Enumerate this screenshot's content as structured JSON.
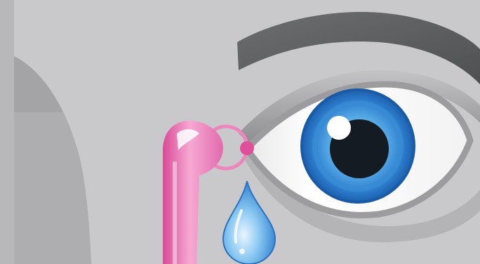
{
  "scene": {
    "subject": "eye-with-tear-duct-probe-illustration",
    "colors": {
      "background": "#c9c9cb",
      "face_shadow": "#aeaeb0",
      "brow": "#5e5f61",
      "eyelid": "#9a9a9c",
      "sclera": "#ffffff",
      "iris_outer": "#1c63b8",
      "iris_inner": "#5fb4ea",
      "pupil": "#151b22",
      "punctum_pink": "#e0509a",
      "probe_pink": "#ec7fbc",
      "teardrop": "#3f92d8"
    },
    "icons": [
      "eyebrow",
      "eyelid",
      "eyeball",
      "iris",
      "pupil",
      "highlight",
      "tear-duct-ring",
      "lacrimal-probe",
      "teardrop"
    ]
  }
}
